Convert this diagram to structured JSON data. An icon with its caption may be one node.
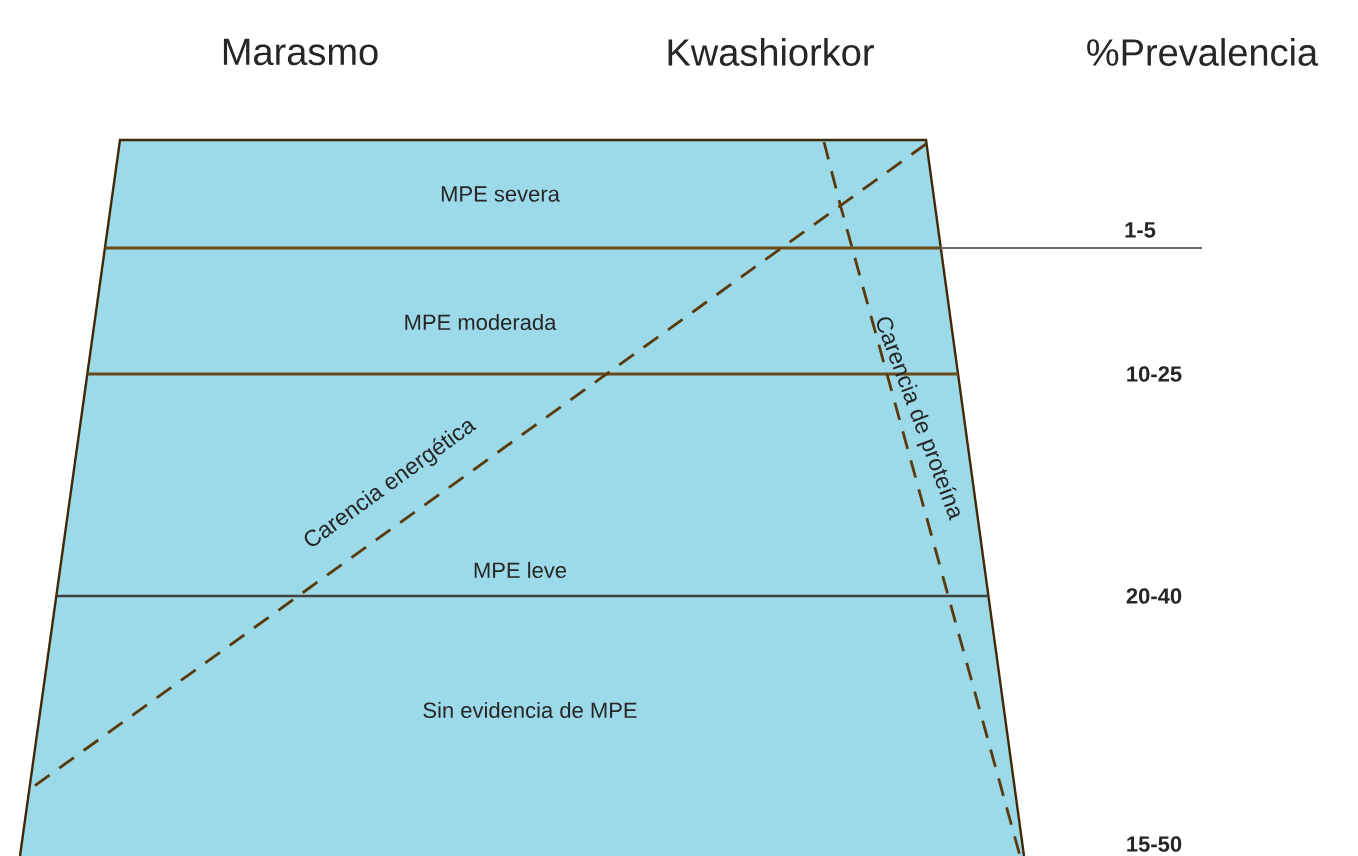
{
  "diagram": {
    "nodes": [
      {
        "text": [
          "MPE severa"
        ]
      },
      {
        "text": [
          "MPE moderada"
        ]
      },
      {
        "text": [
          "MPE leve"
        ]
      },
      {
        "text": [
          "Sin evidencia de MPE"
        ]
      }
    ],
    "labels": [
      "Marasmo",
      "Kwashiorkor",
      "%Prevalencia",
      "1-5",
      "10-25",
      "Carencia de proteína",
      "Carencia energética",
      "20-40",
      "15-50"
    ]
  }
}
